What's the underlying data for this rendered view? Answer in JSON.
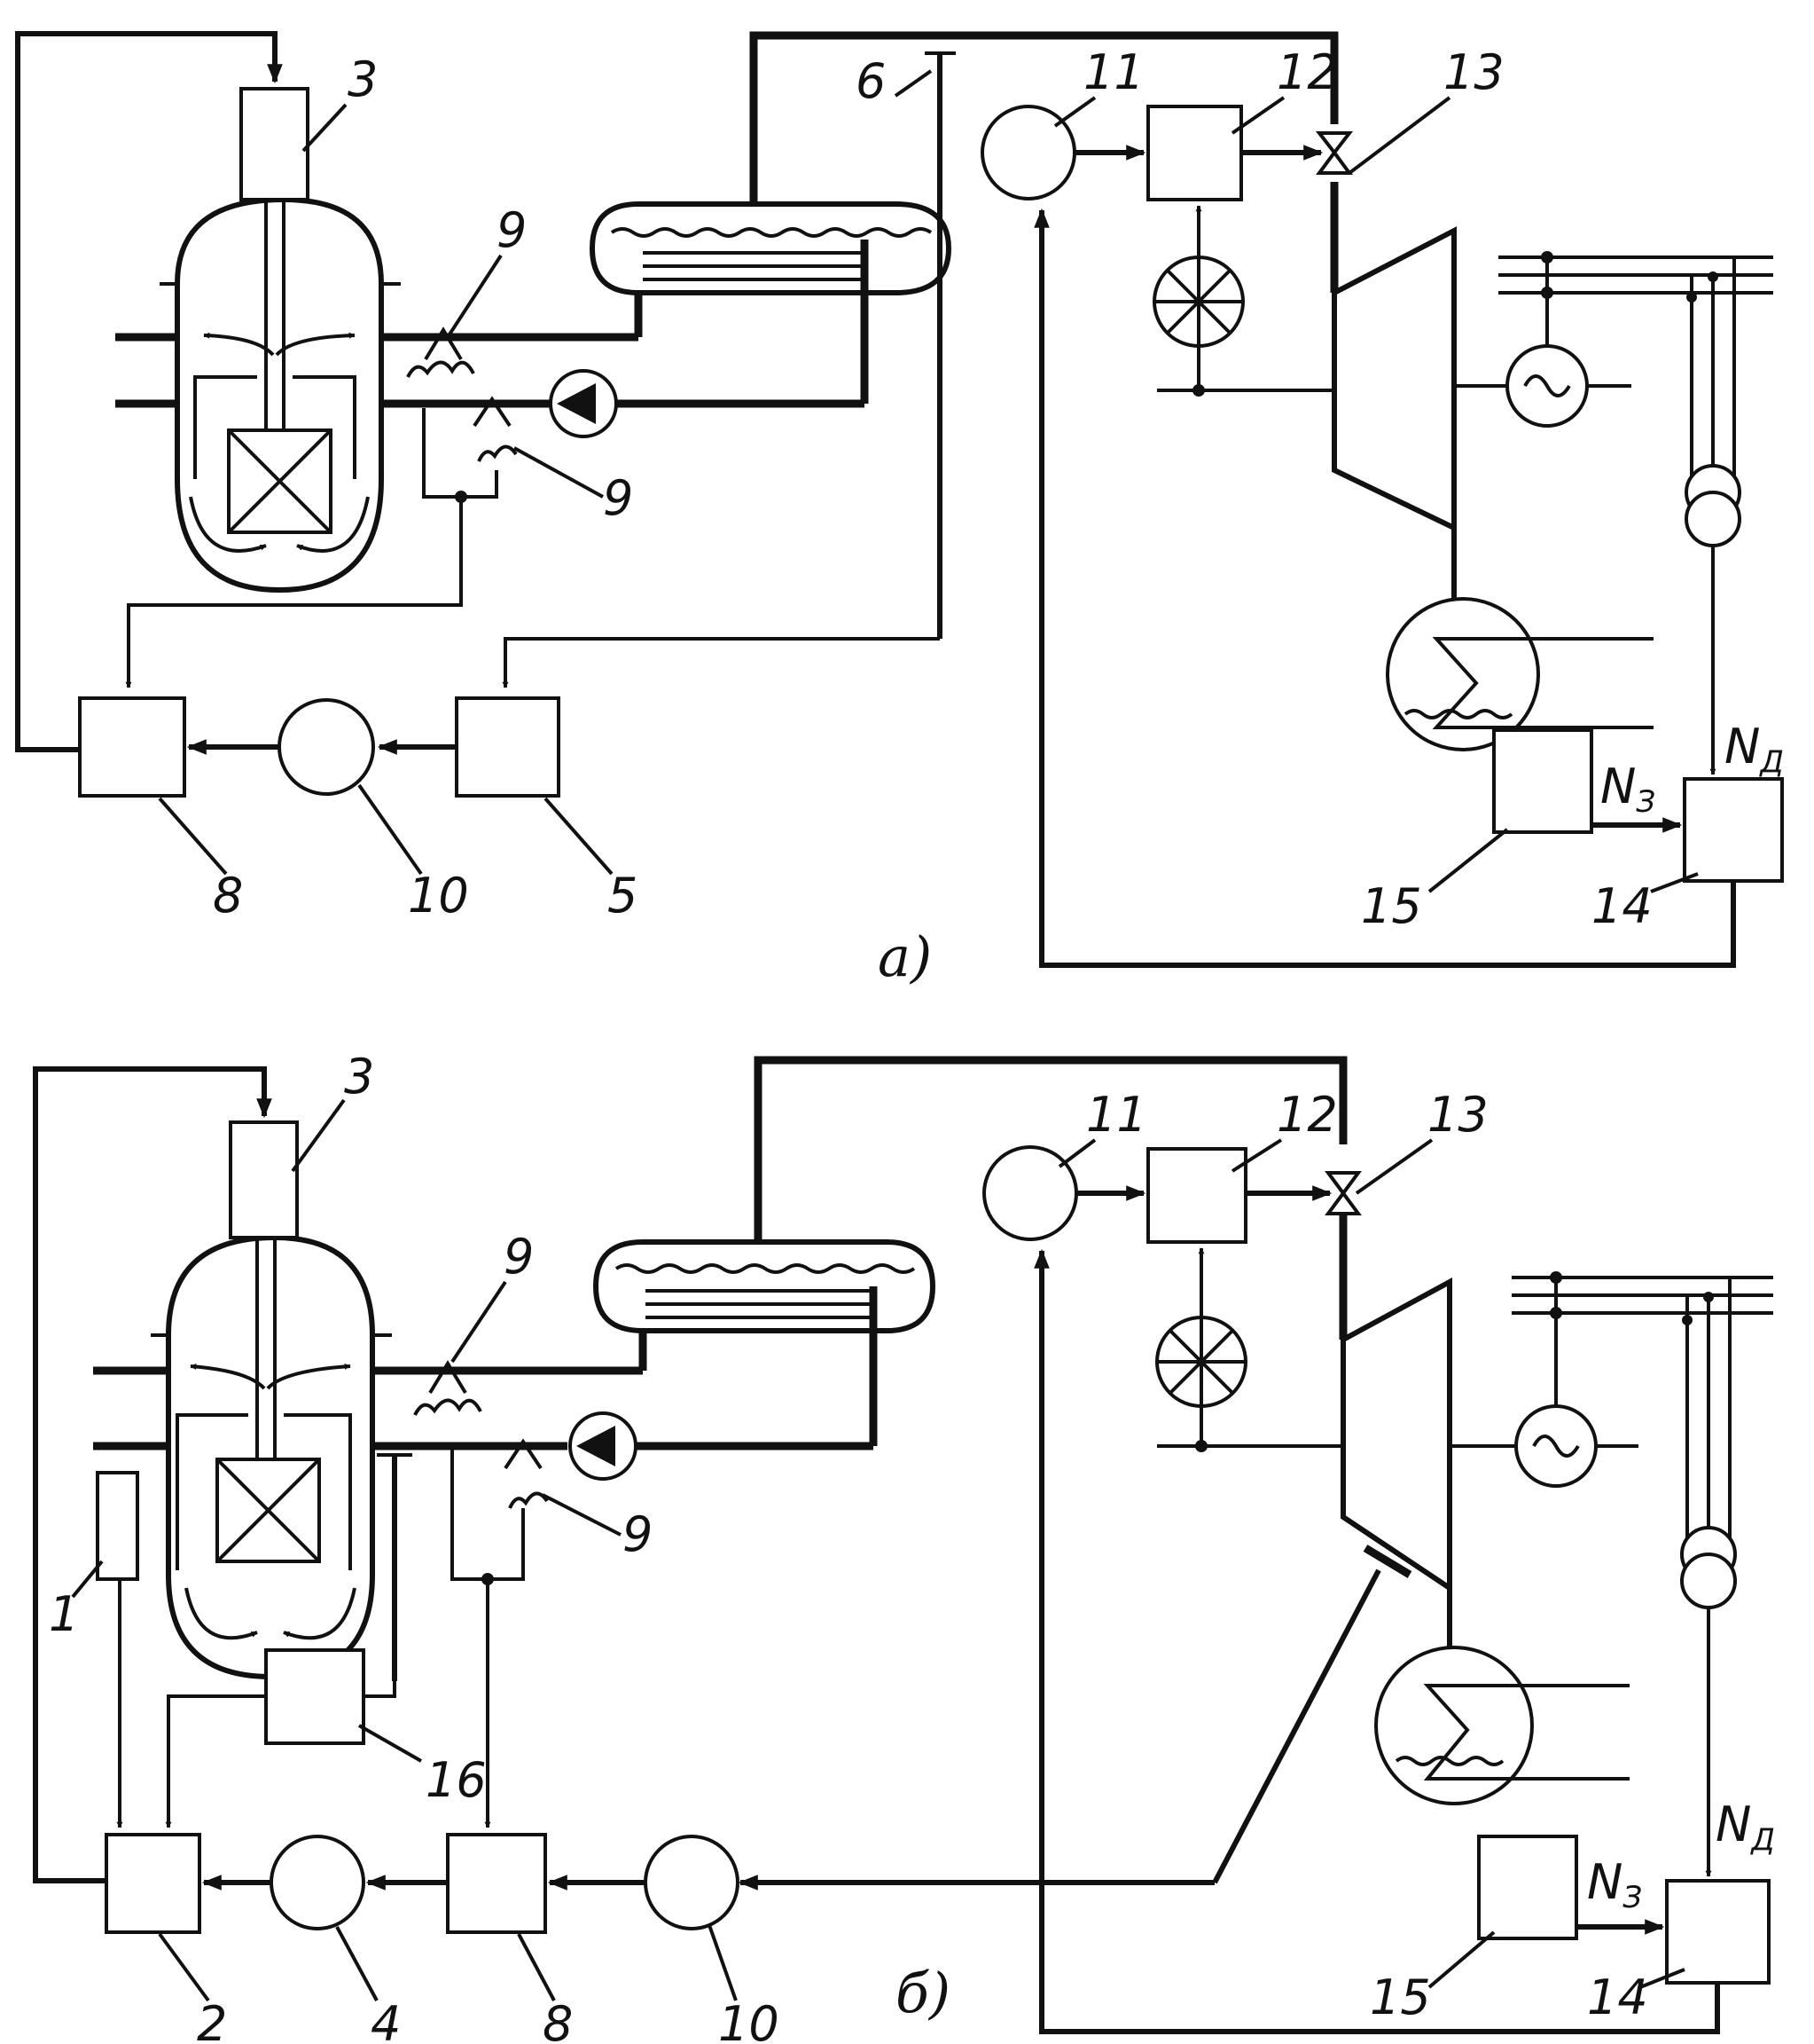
{
  "diagram_a": {
    "caption": "а)",
    "labels": {
      "l3": "3",
      "l6": "6",
      "l9a": "9",
      "l9b": "9",
      "l11": "11",
      "l12": "12",
      "l13": "13",
      "l8": "8",
      "l10": "10",
      "l5": "5",
      "l15": "15",
      "l14": "14",
      "nd": "N",
      "nd_sub": "Д",
      "nz": "N",
      "nz_sub": "З"
    }
  },
  "diagram_b": {
    "caption": "б)",
    "labels": {
      "l3": "3",
      "l9a": "9",
      "l9b": "9",
      "l11": "11",
      "l12": "12",
      "l13": "13",
      "l1": "1",
      "l16": "16",
      "l2": "2",
      "l4": "4",
      "l8": "8",
      "l10": "10",
      "l15": "15",
      "l14": "14",
      "nd": "N",
      "nd_sub": "Д",
      "nz": "N",
      "nz_sub": "З"
    }
  }
}
